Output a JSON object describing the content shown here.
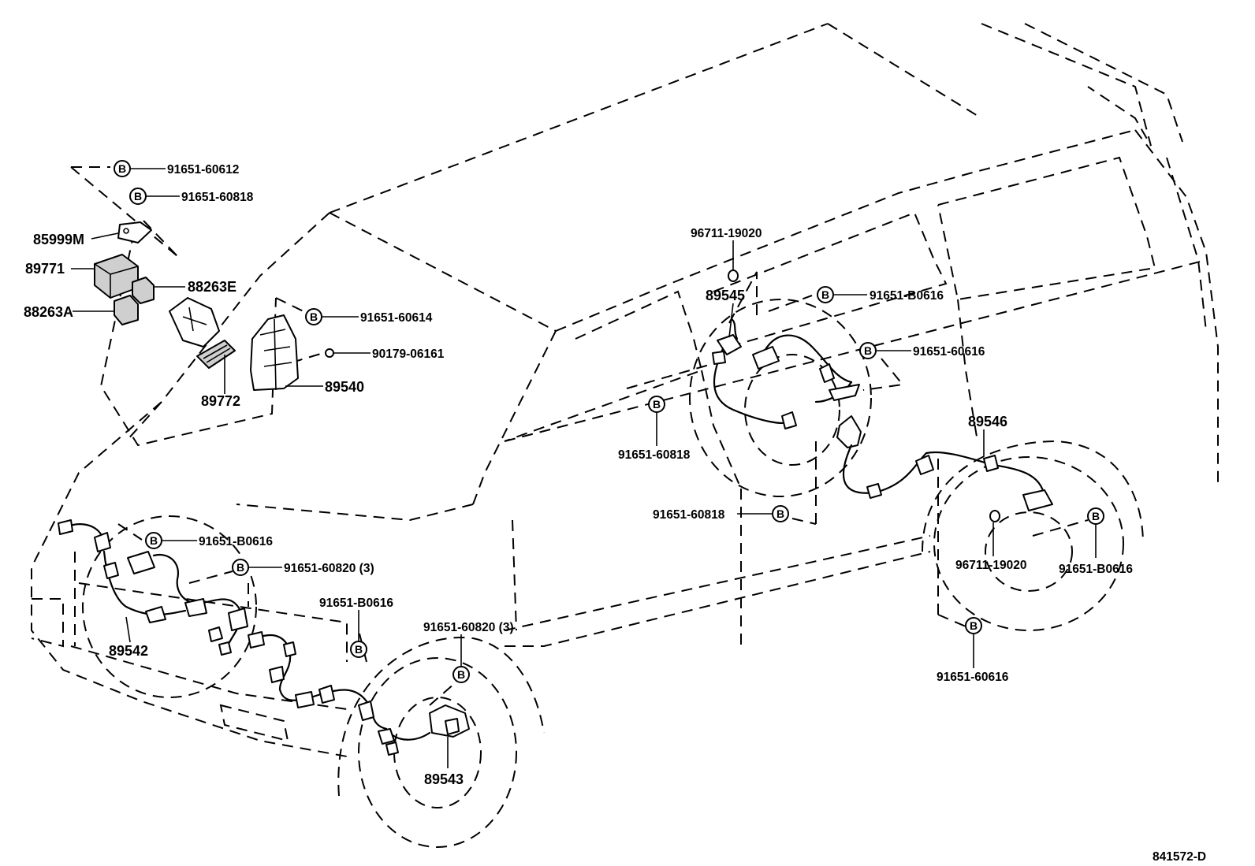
{
  "bolt_mark": "B",
  "callouts": {
    "p91651_60612": "91651-60612",
    "p91651_60818_top": "91651-60818",
    "p85999M": "85999M",
    "p89771": "89771",
    "p88263E": "88263E",
    "p88263A": "88263A",
    "p91651_60614": "91651-60614",
    "p90179_06161": "90179-06161",
    "p89772": "89772",
    "p89540": "89540",
    "p96711_19020_top": "96711-19020",
    "p89545": "89545",
    "p91651_B0616_rtop": "91651-B0616",
    "p91651_60616_rmid": "91651-60616",
    "p91651_60818_rleft": "91651-60818",
    "p89546": "89546",
    "p91651_60818_rlow": "91651-60818",
    "p96711_19020_low": "96711-19020",
    "p91651_B0616_rlow": "91651-B0616",
    "p91651_60616_rbot": "91651-60616",
    "p91651_B0616_fl": "91651-B0616",
    "p91651_60820_fl": "91651-60820 (3)",
    "p91651_B0616_fr": "91651-B0616",
    "p91651_60820_fr": "91651-60820 (3)",
    "p89542": "89542",
    "p89543": "89543"
  },
  "figure_code": "841572-D"
}
